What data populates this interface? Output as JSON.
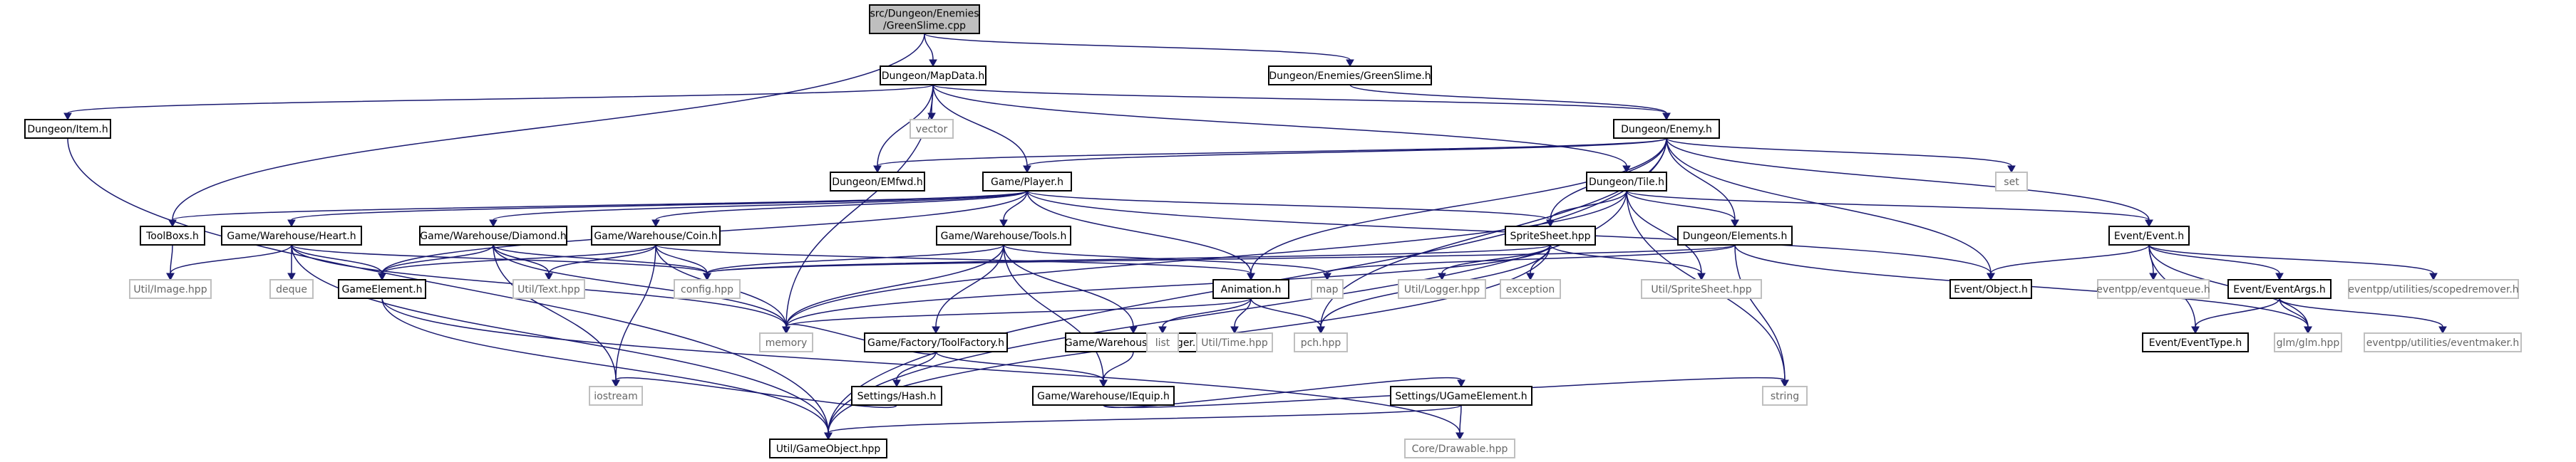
{
  "graph": {
    "colors": {
      "edge": "#191970",
      "root_fill": "#bfbfbf",
      "node_border": "#000000",
      "external_border": "#bfbfbf",
      "external_text": "#666666"
    },
    "nodes": [
      {
        "id": "root",
        "lines": [
          "src/Dungeon/Enemies",
          "/GreenSlime.cpp"
        ],
        "kind": "root"
      },
      {
        "id": "mapdata",
        "lines": [
          "Dungeon/MapData.h"
        ],
        "kind": "solid"
      },
      {
        "id": "greenslime_h",
        "lines": [
          "Dungeon/Enemies/GreenSlime.h"
        ],
        "kind": "solid"
      },
      {
        "id": "item",
        "lines": [
          "Dungeon/Item.h"
        ],
        "kind": "solid"
      },
      {
        "id": "vector",
        "lines": [
          "vector"
        ],
        "kind": "ext"
      },
      {
        "id": "enemy",
        "lines": [
          "Dungeon/Enemy.h"
        ],
        "kind": "solid"
      },
      {
        "id": "emfwd",
        "lines": [
          "Dungeon/EMfwd.h"
        ],
        "kind": "solid"
      },
      {
        "id": "player",
        "lines": [
          "Game/Player.h"
        ],
        "kind": "solid"
      },
      {
        "id": "tile",
        "lines": [
          "Dungeon/Tile.h"
        ],
        "kind": "solid"
      },
      {
        "id": "set",
        "lines": [
          "set"
        ],
        "kind": "ext"
      },
      {
        "id": "toolboxs",
        "lines": [
          "ToolBoxs.h"
        ],
        "kind": "solid"
      },
      {
        "id": "heart",
        "lines": [
          "Game/Warehouse/Heart.h"
        ],
        "kind": "solid"
      },
      {
        "id": "diamond",
        "lines": [
          "Game/Warehouse/Diamond.h"
        ],
        "kind": "solid"
      },
      {
        "id": "coin",
        "lines": [
          "Game/Warehouse/Coin.h"
        ],
        "kind": "solid"
      },
      {
        "id": "tools",
        "lines": [
          "Game/Warehouse/Tools.h"
        ],
        "kind": "solid"
      },
      {
        "id": "spritesheet",
        "lines": [
          "SpriteSheet.hpp"
        ],
        "kind": "solid"
      },
      {
        "id": "elements",
        "lines": [
          "Dungeon/Elements.h"
        ],
        "kind": "solid"
      },
      {
        "id": "event",
        "lines": [
          "Event/Event.h"
        ],
        "kind": "solid"
      },
      {
        "id": "image",
        "lines": [
          "Util/Image.hpp"
        ],
        "kind": "ext"
      },
      {
        "id": "deque",
        "lines": [
          "deque"
        ],
        "kind": "ext"
      },
      {
        "id": "gameelement",
        "lines": [
          "GameElement.h"
        ],
        "kind": "solid"
      },
      {
        "id": "text",
        "lines": [
          "Util/Text.hpp"
        ],
        "kind": "ext"
      },
      {
        "id": "config",
        "lines": [
          "config.hpp"
        ],
        "kind": "ext"
      },
      {
        "id": "animation",
        "lines": [
          "Animation.h"
        ],
        "kind": "solid"
      },
      {
        "id": "map",
        "lines": [
          "map"
        ],
        "kind": "ext"
      },
      {
        "id": "logger",
        "lines": [
          "Util/Logger.hpp"
        ],
        "kind": "ext"
      },
      {
        "id": "exception",
        "lines": [
          "exception"
        ],
        "kind": "ext"
      },
      {
        "id": "util_ss",
        "lines": [
          "Util/SpriteSheet.hpp"
        ],
        "kind": "ext"
      },
      {
        "id": "object",
        "lines": [
          "Event/Object.h"
        ],
        "kind": "solid"
      },
      {
        "id": "eventqueue",
        "lines": [
          "eventpp/eventqueue.h"
        ],
        "kind": "ext"
      },
      {
        "id": "eventargs",
        "lines": [
          "Event/EventArgs.h"
        ],
        "kind": "solid"
      },
      {
        "id": "scopedremover",
        "lines": [
          "eventpp/utilities/scopedremover.h"
        ],
        "kind": "ext"
      },
      {
        "id": "toolfactory",
        "lines": [
          "Game/Factory/ToolFactory.h"
        ],
        "kind": "solid"
      },
      {
        "id": "dagger",
        "lines": [
          "Game/Warehouse/Dagger.h"
        ],
        "kind": "solid"
      },
      {
        "id": "memory",
        "lines": [
          "memory"
        ],
        "kind": "ext"
      },
      {
        "id": "list",
        "lines": [
          "list"
        ],
        "kind": "ext"
      },
      {
        "id": "time",
        "lines": [
          "Util/Time.hpp"
        ],
        "kind": "ext"
      },
      {
        "id": "pch",
        "lines": [
          "pch.hpp"
        ],
        "kind": "ext"
      },
      {
        "id": "eventtype",
        "lines": [
          "Event/EventType.h"
        ],
        "kind": "solid"
      },
      {
        "id": "glm",
        "lines": [
          "glm/glm.hpp"
        ],
        "kind": "ext"
      },
      {
        "id": "eventmaker",
        "lines": [
          "eventpp/utilities/eventmaker.h"
        ],
        "kind": "ext"
      },
      {
        "id": "hash",
        "lines": [
          "Settings/Hash.h"
        ],
        "kind": "solid"
      },
      {
        "id": "iequip",
        "lines": [
          "Game/Warehouse/IEquip.h"
        ],
        "kind": "solid"
      },
      {
        "id": "iostream",
        "lines": [
          "iostream"
        ],
        "kind": "ext"
      },
      {
        "id": "ugameelement",
        "lines": [
          "Settings/UGameElement.h"
        ],
        "kind": "solid"
      },
      {
        "id": "string",
        "lines": [
          "string"
        ],
        "kind": "ext"
      },
      {
        "id": "gameobject",
        "lines": [
          "Util/GameObject.hpp"
        ],
        "kind": "solid"
      },
      {
        "id": "drawable",
        "lines": [
          "Core/Drawable.hpp"
        ],
        "kind": "ext"
      }
    ],
    "edges": [
      [
        "root",
        "mapdata"
      ],
      [
        "root",
        "greenslime_h"
      ],
      [
        "root",
        "toolboxs"
      ],
      [
        "mapdata",
        "item"
      ],
      [
        "mapdata",
        "vector"
      ],
      [
        "mapdata",
        "enemy"
      ],
      [
        "mapdata",
        "emfwd"
      ],
      [
        "mapdata",
        "player"
      ],
      [
        "mapdata",
        "tile"
      ],
      [
        "mapdata",
        "memory"
      ],
      [
        "greenslime_h",
        "enemy"
      ],
      [
        "item",
        "gameobject"
      ],
      [
        "enemy",
        "emfwd"
      ],
      [
        "enemy",
        "player"
      ],
      [
        "enemy",
        "set"
      ],
      [
        "enemy",
        "spritesheet"
      ],
      [
        "enemy",
        "elements"
      ],
      [
        "enemy",
        "event"
      ],
      [
        "enemy",
        "object"
      ],
      [
        "enemy",
        "animation"
      ],
      [
        "enemy",
        "pch"
      ],
      [
        "enemy",
        "gameobject"
      ],
      [
        "player",
        "toolboxs"
      ],
      [
        "player",
        "heart"
      ],
      [
        "player",
        "diamond"
      ],
      [
        "player",
        "coin"
      ],
      [
        "player",
        "tools"
      ],
      [
        "player",
        "spritesheet"
      ],
      [
        "player",
        "gameelement"
      ],
      [
        "player",
        "animation"
      ],
      [
        "player",
        "object"
      ],
      [
        "tile",
        "spritesheet"
      ],
      [
        "tile",
        "elements"
      ],
      [
        "tile",
        "event"
      ],
      [
        "tile",
        "memory"
      ],
      [
        "tile",
        "util_ss"
      ],
      [
        "tile",
        "string"
      ],
      [
        "tile",
        "gameobject"
      ],
      [
        "toolboxs",
        "image"
      ],
      [
        "heart",
        "image"
      ],
      [
        "heart",
        "deque"
      ],
      [
        "heart",
        "gameelement"
      ],
      [
        "heart",
        "config"
      ],
      [
        "heart",
        "gameobject"
      ],
      [
        "heart",
        "memory"
      ],
      [
        "diamond",
        "gameelement"
      ],
      [
        "diamond",
        "text"
      ],
      [
        "diamond",
        "config"
      ],
      [
        "diamond",
        "memory"
      ],
      [
        "diamond",
        "iostream"
      ],
      [
        "coin",
        "gameelement"
      ],
      [
        "coin",
        "text"
      ],
      [
        "coin",
        "config"
      ],
      [
        "coin",
        "memory"
      ],
      [
        "coin",
        "iostream"
      ],
      [
        "coin",
        "animation"
      ],
      [
        "tools",
        "toolfactory"
      ],
      [
        "tools",
        "dagger"
      ],
      [
        "tools",
        "iequip"
      ],
      [
        "tools",
        "memory"
      ],
      [
        "tools",
        "map"
      ],
      [
        "tools",
        "config"
      ],
      [
        "spritesheet",
        "config"
      ],
      [
        "spritesheet",
        "logger"
      ],
      [
        "spritesheet",
        "exception"
      ],
      [
        "spritesheet",
        "util_ss"
      ],
      [
        "spritesheet",
        "pch"
      ],
      [
        "spritesheet",
        "memory"
      ],
      [
        "spritesheet",
        "gameobject"
      ],
      [
        "elements",
        "map"
      ],
      [
        "elements",
        "string"
      ],
      [
        "elements",
        "glm"
      ],
      [
        "elements",
        "config"
      ],
      [
        "event",
        "object"
      ],
      [
        "event",
        "eventqueue"
      ],
      [
        "event",
        "eventargs"
      ],
      [
        "event",
        "scopedremover"
      ],
      [
        "event",
        "eventtype"
      ],
      [
        "event",
        "glm"
      ],
      [
        "eventargs",
        "eventtype"
      ],
      [
        "eventargs",
        "glm"
      ],
      [
        "eventargs",
        "eventmaker"
      ],
      [
        "gameelement",
        "gameobject"
      ],
      [
        "gameelement",
        "drawable"
      ],
      [
        "animation",
        "list"
      ],
      [
        "animation",
        "time"
      ],
      [
        "animation",
        "pch"
      ],
      [
        "animation",
        "memory"
      ],
      [
        "toolfactory",
        "hash"
      ],
      [
        "toolfactory",
        "iequip"
      ],
      [
        "toolfactory",
        "memory"
      ],
      [
        "dagger",
        "iequip"
      ],
      [
        "hash",
        "iostream"
      ],
      [
        "iequip",
        "ugameelement"
      ],
      [
        "iequip",
        "string"
      ],
      [
        "ugameelement",
        "gameobject"
      ],
      [
        "ugameelement",
        "drawable"
      ]
    ]
  }
}
